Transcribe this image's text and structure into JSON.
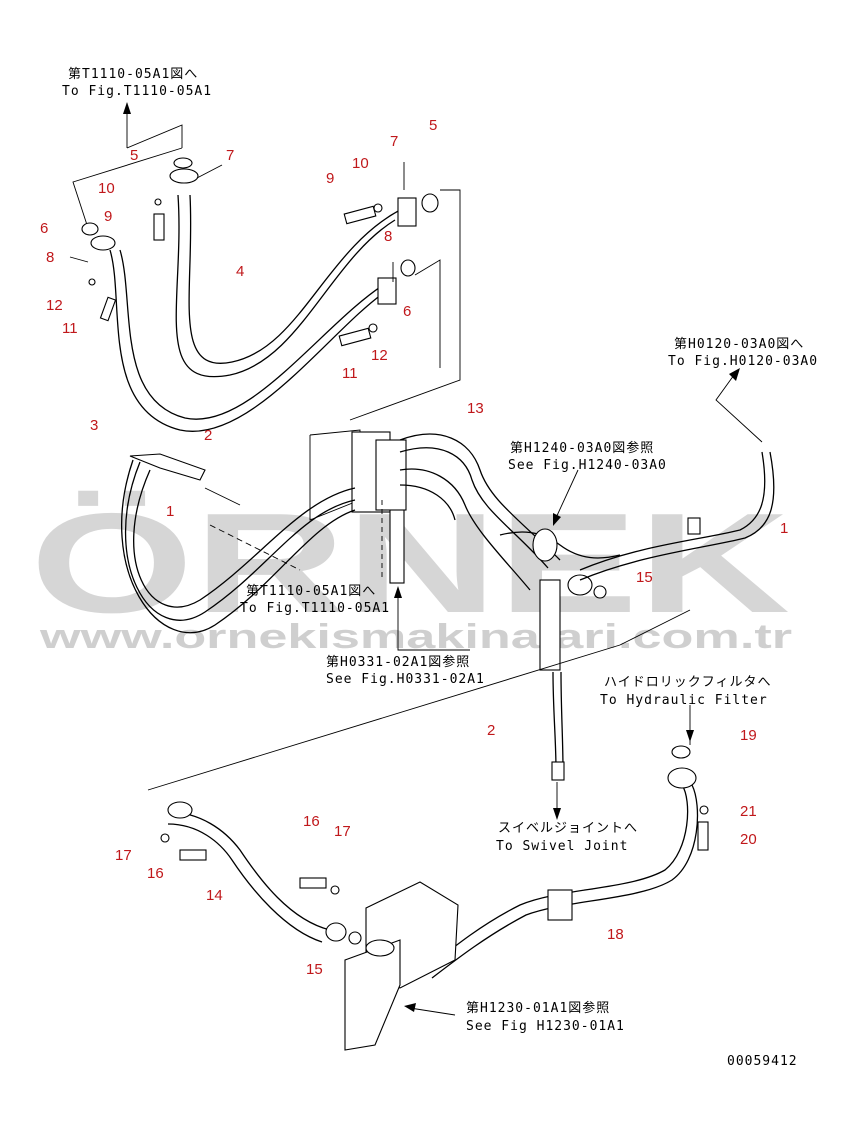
{
  "references": [
    {
      "id": "ref-t1110-top",
      "jp": "第T1110-05A1図へ",
      "en": "To Fig.T1110-05A1"
    },
    {
      "id": "ref-h0120",
      "jp": "第H0120-03A0図へ",
      "en": "To Fig.H0120-03A0"
    },
    {
      "id": "ref-h1240",
      "jp": "第H1240-03A0図参照",
      "en": "See Fig.H1240-03A0"
    },
    {
      "id": "ref-t1110-mid",
      "jp": "第T1110-05A1図へ",
      "en": "To Fig.T1110-05A1"
    },
    {
      "id": "ref-h0331",
      "jp": "第H0331-02A1図参照",
      "en": "See Fig.H0331-02A1"
    },
    {
      "id": "ref-filter",
      "jp": "ハイドロリックフィルタへ",
      "en": "To Hydraulic Filter"
    },
    {
      "id": "ref-swivel",
      "jp": "スイベルジョイントへ",
      "en": "To Swivel Joint"
    },
    {
      "id": "ref-h1230",
      "jp": "第H1230-01A1図参照",
      "en": "See Fig H1230-01A1"
    }
  ],
  "callouts": [
    "5",
    "7",
    "10",
    "9",
    "6",
    "8",
    "12",
    "11",
    "4",
    "3",
    "2",
    "1",
    "9",
    "10",
    "7",
    "5",
    "8",
    "6",
    "12",
    "11",
    "13",
    "1",
    "15",
    "2",
    "19",
    "21",
    "20",
    "16",
    "17",
    "17",
    "16",
    "14",
    "15",
    "18"
  ],
  "watermark": {
    "brand": "ÖRNEK",
    "url": "www.ornekismakinalari.com.tr"
  },
  "drawing_number": "00059412",
  "colors": {
    "callout": "#c0181b",
    "watermark": "#d8d8d8",
    "accent": "#f3d36a",
    "line": "#000000"
  }
}
